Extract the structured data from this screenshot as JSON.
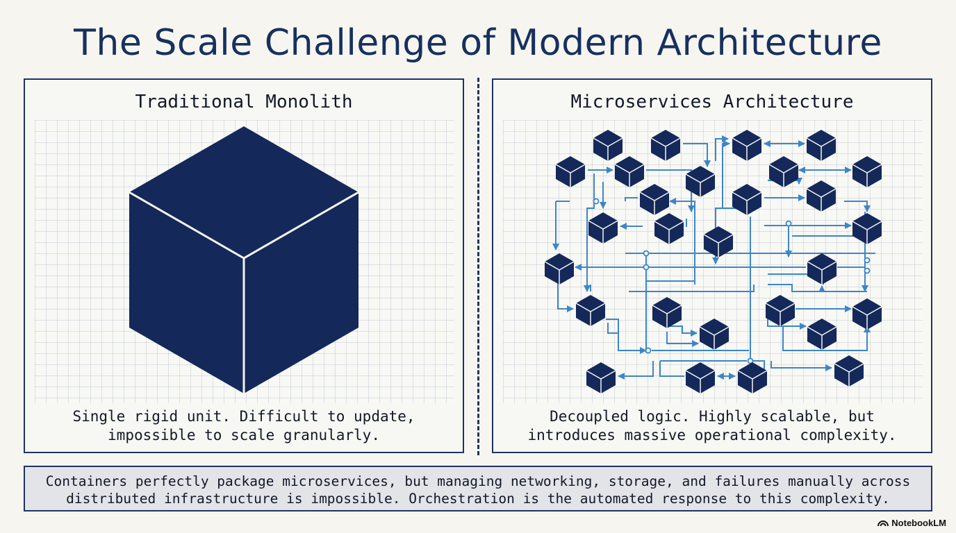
{
  "title": "The Scale Challenge of Modern Architecture",
  "monolith": {
    "heading": "Traditional Monolith",
    "caption_line1": "Single rigid unit. Difficult to update,",
    "caption_line2": "impossible to scale granularly."
  },
  "microservices": {
    "heading": "Microservices Architecture",
    "caption_line1": "Decoupled logic. Highly scalable, but",
    "caption_line2": "introduces massive operational complexity."
  },
  "banner": {
    "line1": "Containers perfectly package microservices, but managing networking, storage, and failures manually across",
    "line2": "distributed infrastructure is impossible. Orchestration is the automated response to this complexity."
  },
  "branding": "NotebookLM",
  "colors": {
    "navy": "#14295a",
    "connector_blue": "#3d86c6",
    "panel_border": "#1e3461",
    "banner_bg": "#e3e4e8"
  },
  "icons": [
    "notebooklm-logo-icon"
  ]
}
